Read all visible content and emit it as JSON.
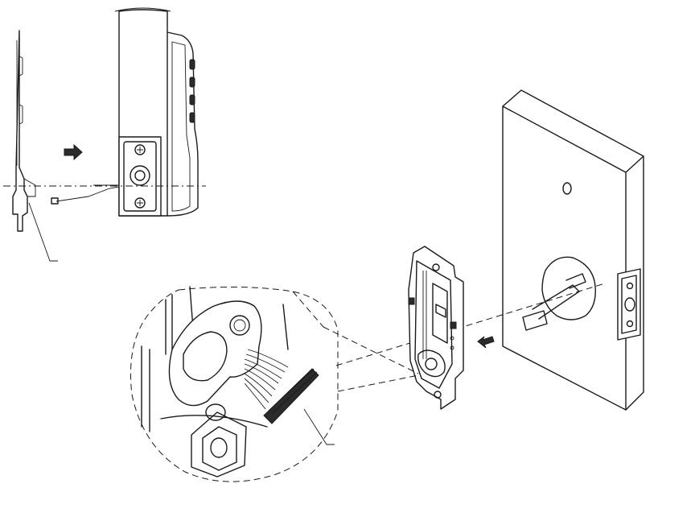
{
  "figure": {
    "type": "exploded assembly illustration",
    "parts": [
      "side-view-mounting-plate",
      "side-view-lock-body",
      "strike-escutcheon",
      "insertion-arrow",
      "connector-cable",
      "mounting-plate",
      "door-block",
      "door-escutcheon",
      "magnified-detail-circle",
      "ribbon-connector",
      "callout-leaders"
    ],
    "line_color": "#1a1a1a",
    "background": "#ffffff"
  }
}
